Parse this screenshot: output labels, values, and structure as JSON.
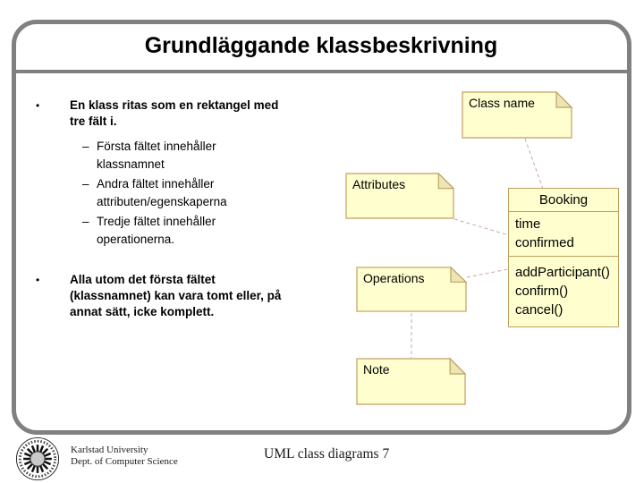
{
  "slide": {
    "title": "Grundläggande klassbeskrivning",
    "bullet_char": "•",
    "sub_bullet_char": "–",
    "bullets": [
      {
        "text": "En klass ritas som en rektangel med tre fält i.",
        "sub": [
          "Första fältet innehåller klassnamnet",
          "Andra fältet innehåller attributen/egenskaperna",
          "Tredje fältet innehåller operationerna."
        ]
      },
      {
        "text": "Alla utom det första fältet (klassnamnet) kan vara tomt eller, på annat sätt, icke komplett.",
        "sub": []
      }
    ]
  },
  "diagram": {
    "notes": [
      {
        "label": "Class name"
      },
      {
        "label": "Attributes"
      },
      {
        "label": "Operations"
      },
      {
        "label": "Note"
      }
    ],
    "class_box": {
      "name": "Booking",
      "attributes": [
        "time",
        "confirmed"
      ],
      "operations": [
        "addParticipant()",
        "confirm()",
        "cancel()"
      ]
    }
  },
  "footer": {
    "logo_icon": "karlstad-university-seal",
    "org_line1": "Karlstad University",
    "org_line2": "Dept. of Computer Science",
    "page_label": "UML class diagrams 7"
  },
  "colors": {
    "frame_gray": "#808080",
    "note_fill": "#FEFECE",
    "note_border": "#C0A060",
    "fold_fill": "#ECE6B4",
    "connector": "#C8A8A8"
  }
}
